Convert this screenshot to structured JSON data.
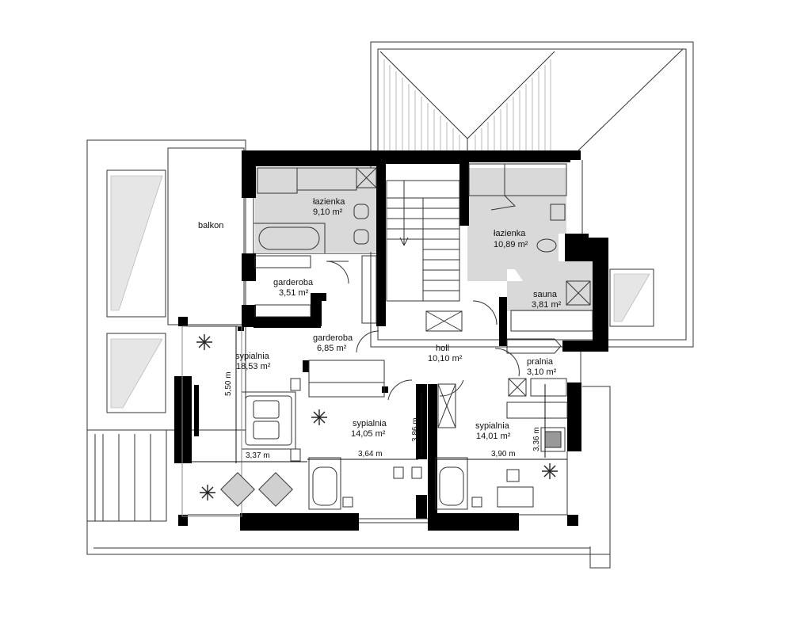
{
  "rooms": {
    "balkon": {
      "name": "balkon"
    },
    "lazienka1": {
      "name": "łazienka",
      "area": "9,10 m²"
    },
    "lazienka2": {
      "name": "łazienka",
      "area": "10,89 m²"
    },
    "garderoba1": {
      "name": "garderoba",
      "area": "3,51 m²"
    },
    "garderoba2": {
      "name": "garderoba",
      "area": "6,85 m²"
    },
    "sypialnia1": {
      "name": "sypialnia",
      "area": "18,53 m²"
    },
    "sypialnia2": {
      "name": "sypialnia",
      "area": "14,05 m²"
    },
    "sypialnia3": {
      "name": "sypialnia",
      "area": "14,01 m²"
    },
    "holl": {
      "name": "holl",
      "area": "10,10 m²"
    },
    "sauna": {
      "name": "sauna",
      "area": "3,81 m²"
    },
    "pralnia": {
      "name": "pralnia",
      "area": "3,10 m²"
    }
  },
  "dimensions": {
    "d1": "5,50 m",
    "d2": "3,37 m",
    "d3": "3,64 m",
    "d4": "3,86 m",
    "d5": "3,90 m",
    "d6": "3,36 m"
  },
  "colors": {
    "wall": "#000000",
    "wet_room_fill": "#d9d9d9",
    "line": "#333333",
    "light_line": "#9a9a9a"
  }
}
